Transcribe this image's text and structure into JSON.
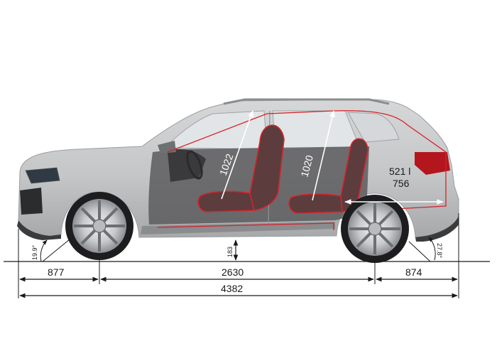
{
  "dimensions": {
    "front_overhang": "877",
    "wheelbase": "2630",
    "rear_overhang": "874",
    "overall_length": "4382",
    "ground_clearance": "183",
    "approach_angle": "19.9°",
    "departure_angle": "27.8°",
    "front_headroom": "1022",
    "rear_headroom": "1020",
    "boot_volume": "521 l",
    "boot_length": "756"
  },
  "colors": {
    "body": "#c9cacb",
    "body_shadow": "#a9abad",
    "glass": "#dfe2e4",
    "interior": "#4a4a4c",
    "accent_line": "#d6232a",
    "seat": "#5a3a3c",
    "dimension_line": "#1a1a1a",
    "white_line": "#ffffff"
  }
}
